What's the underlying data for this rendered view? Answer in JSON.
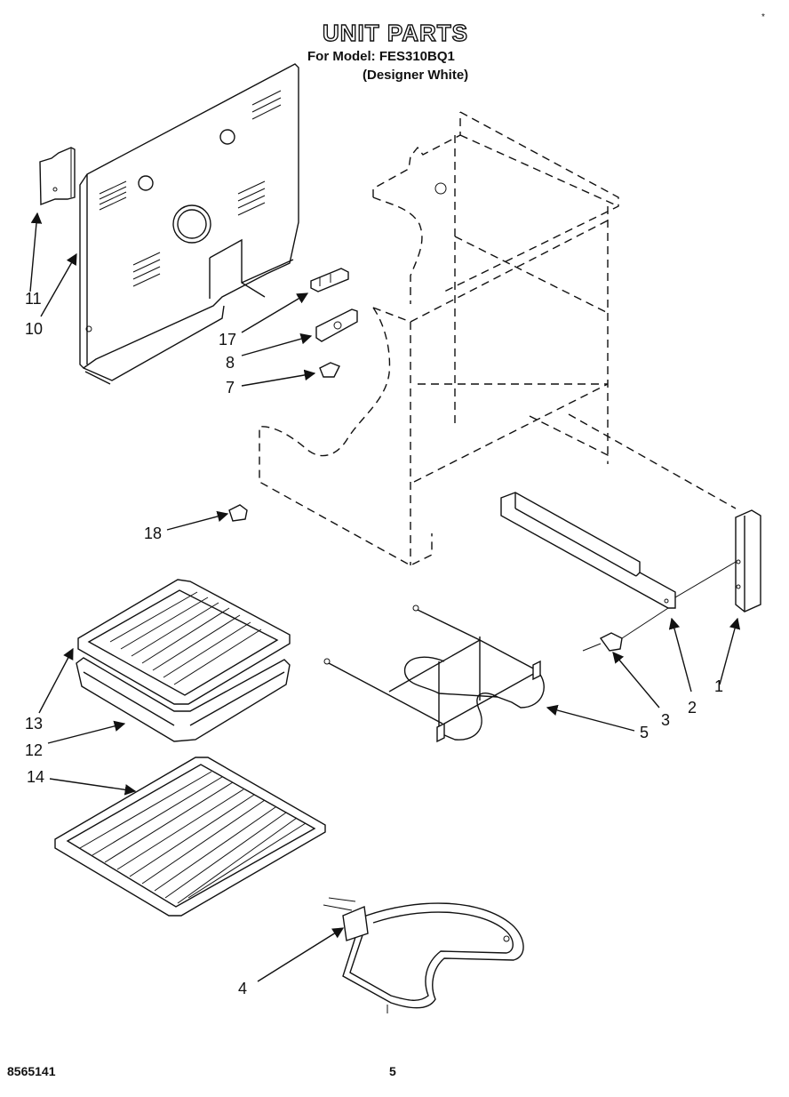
{
  "header": {
    "title": "UNIT PARTS",
    "model_line": "For Model: FES310BQ1",
    "variant_line": "(Designer White)",
    "corner_mark": "*"
  },
  "callouts": [
    {
      "id": "c11",
      "text": "11"
    },
    {
      "id": "c10",
      "text": "10"
    },
    {
      "id": "c17",
      "text": "17"
    },
    {
      "id": "c8",
      "text": "8"
    },
    {
      "id": "c7",
      "text": "7"
    },
    {
      "id": "c18",
      "text": "18"
    },
    {
      "id": "c13",
      "text": "13"
    },
    {
      "id": "c12",
      "text": "12"
    },
    {
      "id": "c14",
      "text": "14"
    },
    {
      "id": "c5",
      "text": "5"
    },
    {
      "id": "c3",
      "text": "3"
    },
    {
      "id": "c2",
      "text": "2"
    },
    {
      "id": "c1",
      "text": "1"
    },
    {
      "id": "c4",
      "text": "4"
    }
  ],
  "footer": {
    "doc_number": "8565141",
    "page_number": "5"
  }
}
